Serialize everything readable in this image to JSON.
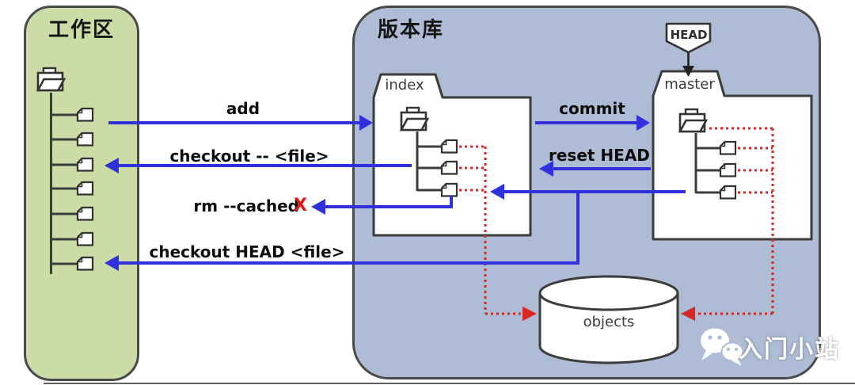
{
  "colors": {
    "working_area_fill": "#cbdca6",
    "repository_fill": "#aebcd6",
    "arrow_blue": "#3030dd",
    "link_red": "#d92626",
    "outline": "#3c3c3c"
  },
  "working_area": {
    "title": "工作区"
  },
  "repository": {
    "title": "版本库",
    "index_label": "index",
    "master_label": "master",
    "head_label": "HEAD",
    "objects_label": "objects"
  },
  "commands": {
    "add": "add",
    "checkout_file": "checkout -- <file>",
    "rm_cached": "rm --cached",
    "rm_cached_mark": "X",
    "checkout_head_file": "checkout HEAD <file>",
    "commit": "commit",
    "reset_head": "reset HEAD"
  },
  "watermark": {
    "text": "入门小站"
  }
}
